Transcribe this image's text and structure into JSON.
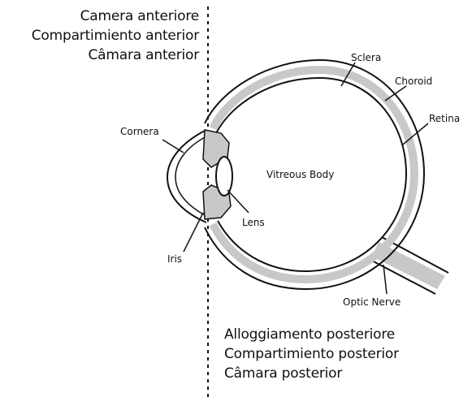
{
  "regions": {
    "anterior": [
      "Camera anteriore",
      "Compartimiento anterior",
      "Câmara anterior"
    ],
    "posterior": [
      "Alloggiamento posteriore",
      "Compartimiento posterior",
      "Câmara posterior"
    ]
  },
  "parts": {
    "sclera": "Sclera",
    "choroid": "Choroid",
    "retina": "Retina",
    "cornea": "Cornera",
    "vitreous_body": "Vitreous Body",
    "lens": "Lens",
    "iris": "Iris",
    "optic_nerve": "Optic Nerve"
  },
  "colors": {
    "tissue_fill": "#c8c8c8",
    "line": "#111111"
  }
}
